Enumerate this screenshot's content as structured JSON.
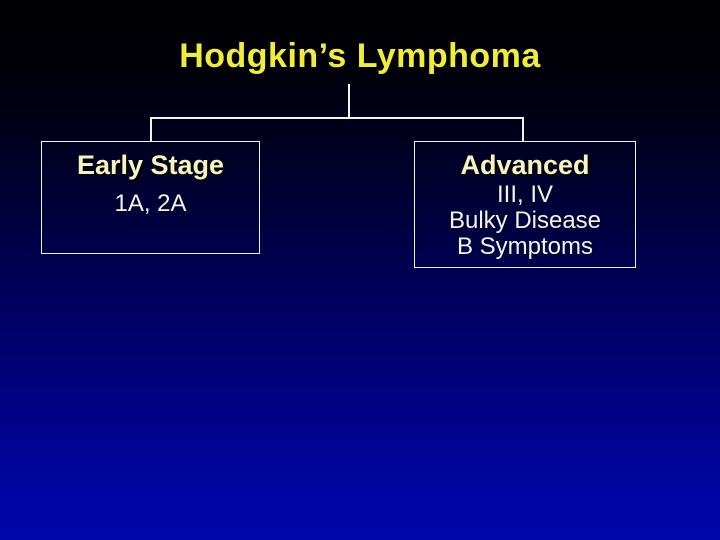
{
  "slide": {
    "title": "Hodgkin’s Lymphoma",
    "colors": {
      "background_top": "#000002",
      "background_bottom": "#0007a8",
      "title_text": "#f0ec3a",
      "branch_header_text": "#f7f3bc",
      "body_text": "#f2f2f2",
      "connector_line": "#f2f2f2",
      "box_border": "#f2f2f2"
    },
    "tree": {
      "branches": [
        {
          "header": "Early Stage",
          "lines": [
            "1A, 2A"
          ]
        },
        {
          "header": "Advanced",
          "lines": [
            "III, IV",
            "Bulky Disease",
            "B Symptoms"
          ]
        }
      ]
    }
  }
}
